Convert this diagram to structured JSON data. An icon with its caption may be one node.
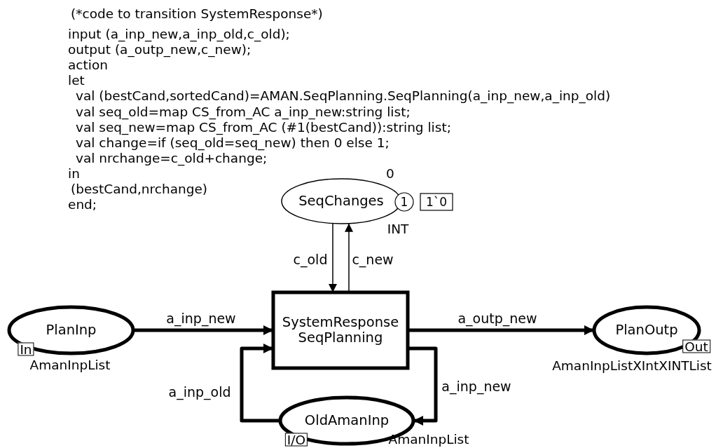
{
  "diagram": {
    "nodes": [
      {
        "text": [
          "PlanInp"
        ],
        "beside": [
          "In",
          "AmanInpList"
        ]
      },
      {
        "text": [
          "SystemResponse SeqPlanning"
        ]
      },
      {
        "text": [
          "PlanOutp"
        ],
        "beside": [
          "Out",
          "AmanInpListXIntXINTList"
        ]
      },
      {
        "text": [
          "SeqChanges"
        ],
        "beside": [
          "0",
          "INT"
        ]
      },
      {
        "text": [
          "1"
        ]
      },
      {
        "text": [
          "1`0"
        ]
      },
      {
        "text": [
          "OldAmanInp"
        ],
        "beside": [
          "I/O",
          "AmanInpList"
        ]
      }
    ],
    "edges": [
      {
        "from": 0,
        "to": 1,
        "arrow": "to",
        "label": "a_inp_new"
      },
      {
        "from": 1,
        "to": 2,
        "arrow": "to",
        "label": "a_outp_new"
      },
      {
        "from": 3,
        "to": 1,
        "arrow": "to",
        "label": "c_old"
      },
      {
        "from": 1,
        "to": 3,
        "arrow": "to",
        "label": "c_new"
      },
      {
        "from": 6,
        "to": 1,
        "arrow": "to",
        "label": "a_inp_old"
      },
      {
        "from": 1,
        "to": 6,
        "arrow": "to",
        "label": "a_inp_new"
      }
    ],
    "labels": [
      "(*code to transition SystemResponse*)",
      "input (a_inp_new,a_inp_old,c_old);",
      "output (a_outp_new,c_new);",
      "action",
      "let",
      "val (bestCand,sortedCand)=AMAN.SeqPlanning.SeqPlanning(a_inp_new,a_inp_old)",
      "val seq_old=map CS_from_AC a_inp_new:string list;",
      "val seq_new=map CS_from_AC (#1(bestCand)):string list;",
      "val change=if (seq_old=seq_new) then 0 else 1;",
      "val nrchange=c_old+change;",
      "in",
      "(bestCand,nrchange)",
      "end;"
    ]
  }
}
